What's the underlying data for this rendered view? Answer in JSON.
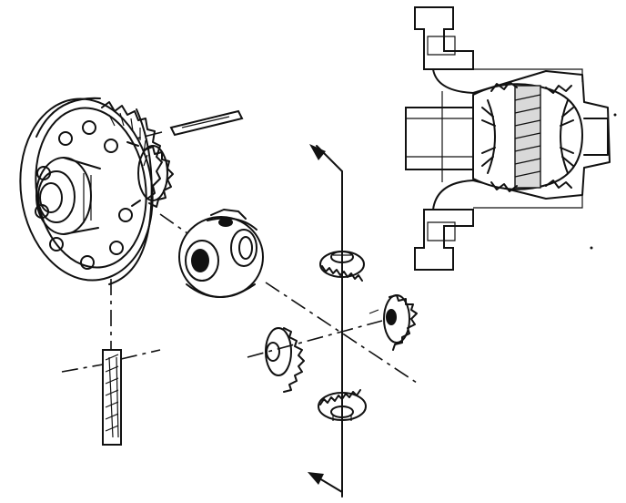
{
  "figure": {
    "kind": "exploded-view-line-drawing",
    "parts": [
      "ring-gear-and-case-flange",
      "pinion-shaft-pin",
      "differential-case-body",
      "side-gear-upper",
      "side-gear-lower",
      "pinion-gear-left",
      "pinion-gear-right",
      "cross-shaft",
      "assembled-differential-section"
    ],
    "colors": {
      "ink": "#111111",
      "background": "#ffffff",
      "shade": "#d9d9d9"
    }
  }
}
